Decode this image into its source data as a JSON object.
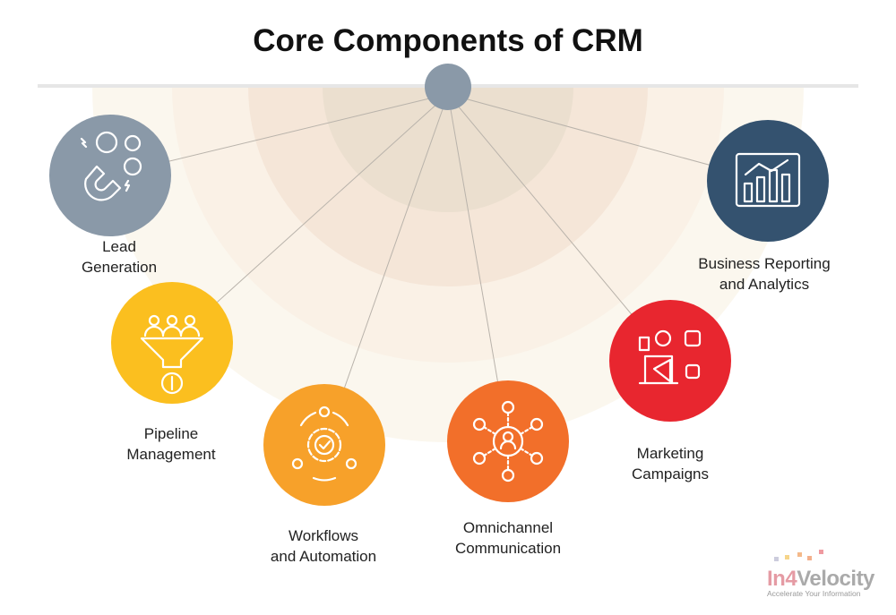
{
  "title": "Core Components of CRM",
  "colors": {
    "hub": "#8a99a8",
    "lead": "#8a99a8",
    "pipeline": "#fbbf1f",
    "workflows": "#f7a12a",
    "omnichannel": "#f26f2a",
    "marketing": "#e8262f",
    "reporting": "#34526f"
  },
  "components": [
    {
      "line1": "Lead",
      "line2": "Generation",
      "icon": "magnet-users-icon"
    },
    {
      "line1": "Pipeline",
      "line2": "Management",
      "icon": "funnel-dollar-icon"
    },
    {
      "line1": "Workflows",
      "line2": "and Automation",
      "icon": "gear-cycle-icon"
    },
    {
      "line1": "Omnichannel",
      "line2": "Communication",
      "icon": "network-hub-icon"
    },
    {
      "line1": "Marketing",
      "line2": "Campaigns",
      "icon": "megaphone-social-icon"
    },
    {
      "line1": "Business Reporting",
      "line2": "and Analytics",
      "icon": "bar-chart-icon"
    }
  ],
  "logo": {
    "name_a": "In4",
    "name_b": "Velocity",
    "tagline": "Accelerate Your Information"
  }
}
